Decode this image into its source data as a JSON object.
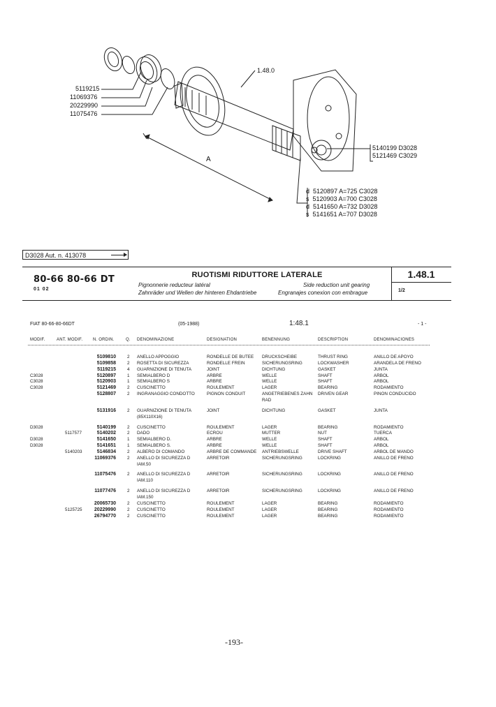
{
  "diagram": {
    "labels_left": [
      "5119215",
      "11069376",
      "20229990",
      "11075476"
    ],
    "label_top": "1.48.0",
    "label_dimension": "A",
    "labels_right_pair": [
      "5140199 D3028",
      "5121469 C3029"
    ],
    "labels_right_quad": [
      {
        "prefix": "d",
        "text": "5120897 A=725 C3028"
      },
      {
        "prefix": "s",
        "text": "5120903 A=700 C3028"
      },
      {
        "prefix": "d",
        "text": "5141650 A=732 D3028"
      },
      {
        "prefix": "s",
        "text": "5141651 A=707 D3028"
      }
    ]
  },
  "reference_box": {
    "text": "D3028 Aut. n. 413078"
  },
  "header": {
    "model": "80-66 80-66 DT",
    "model_sub": "01 02",
    "title": "RUOTISMI RIDUTTORE LATERALE",
    "fr": "Pignonnerie reducteur latéral",
    "de": "Zahnräder und Wellen der hinteren Ehdantriebe",
    "en": "Side reduction unit gearing",
    "es": "Engranajes conexion con embrague",
    "code": "1.48.1",
    "page": "1/2"
  },
  "list_header": {
    "model_line": "FIAT 80-66-80-66DT",
    "date": "(05-1988)",
    "code": "1:48.1",
    "page": "- 1 -"
  },
  "columns": [
    "MODIF.",
    "ANT. MODIF.",
    "N. ORDIN.",
    "Q.",
    "DENOMINAZIONE",
    "DESIGNATION",
    "BENENNUNG",
    "DESCRIPTION",
    "DENOMINACIONES"
  ],
  "rows": [
    {
      "modif": "",
      "ant": "",
      "ordin": "5109810",
      "q": "2",
      "it": "ANELLO APPOGGIO",
      "fr": "RONDELLE DE BUTEE",
      "de": "DRUCKSCHEIBE",
      "en": "THRUST RING",
      "es": "ANILLO DE APOYO"
    },
    {
      "modif": "",
      "ant": "",
      "ordin": "5109858",
      "q": "2",
      "it": "ROSETTA DI SICUREZZA",
      "fr": "RONDELLE FREIN",
      "de": "SICHERUNGSRING",
      "en": "LOCKWASHER",
      "es": "ARANDELA DE FRENO"
    },
    {
      "modif": "",
      "ant": "",
      "ordin": "5119215",
      "q": "4",
      "it": "GUARNIZIONE DI TENUTA",
      "fr": "JOINT",
      "de": "DICHTUNG",
      "en": "GASKET",
      "es": "JUNTA"
    },
    {
      "modif": "C3028",
      "ant": "",
      "ordin": "5120897",
      "q": "1",
      "it": "SEMIALBERO D",
      "fr": "ARBRE",
      "de": "WELLE",
      "en": "SHAFT",
      "es": "ARBOL"
    },
    {
      "modif": "C3028",
      "ant": "",
      "ordin": "5120903",
      "q": "1",
      "it": "SEMIALBERO S",
      "fr": "ARBRE",
      "de": "WELLE",
      "en": "SHAFT",
      "es": "ARBOL"
    },
    {
      "modif": "C3028",
      "ant": "",
      "ordin": "5121469",
      "q": "2",
      "it": "CUSCINETTO",
      "fr": "ROULEMENT",
      "de": "LAGER",
      "en": "BEARING",
      "es": "RODAMIENTO"
    },
    {
      "modif": "",
      "ant": "",
      "ordin": "5128807",
      "q": "2",
      "it": "INGRANAGGIO CONDOTTO",
      "fr": "PIGNON CONDUIT",
      "de": "ANGETRIEBENES ZAHN",
      "en": "DRIVEN GEAR",
      "es": "PINON CONDUCIDO"
    },
    {
      "modif": "",
      "ant": "",
      "ordin": "",
      "q": "",
      "it": "",
      "fr": "",
      "de": "RAD",
      "en": "",
      "es": ""
    },
    {
      "modif": "",
      "ant": "",
      "ordin": "5131916",
      "q": "2",
      "it": "GUARNIZIONE DI TENUTA",
      "fr": "JOINT",
      "de": "DICHTUNG",
      "en": "GASKET",
      "es": "JUNTA"
    },
    {
      "modif": "",
      "ant": "",
      "ordin": "",
      "q": "",
      "it": "(85X110X16)",
      "fr": "",
      "de": "",
      "en": "",
      "es": ""
    },
    {
      "modif": "D3028",
      "ant": "",
      "ordin": "5140199",
      "q": "2",
      "it": "CUSCINETTO",
      "fr": "ROULEMENT",
      "de": "LAGER",
      "en": "BEARING",
      "es": "RODAMIENTO"
    },
    {
      "modif": "",
      "ant": "5117577",
      "ordin": "5140202",
      "q": "2",
      "it": "DADO",
      "fr": "ECROU",
      "de": "MUTTER",
      "en": "NUT",
      "es": "TUERCA"
    },
    {
      "modif": "D3028",
      "ant": "",
      "ordin": "5141650",
      "q": "1",
      "it": "SEMIALBERO D.",
      "fr": "ARBRE",
      "de": "WELLE",
      "en": "SHAFT",
      "es": "ARBOL"
    },
    {
      "modif": "D3028",
      "ant": "",
      "ordin": "5141651",
      "q": "1",
      "it": "SEMIALBERO S.",
      "fr": "ARBRE",
      "de": "WELLE",
      "en": "SHAFT",
      "es": "ARBOL"
    },
    {
      "modif": "",
      "ant": "5140203",
      "ordin": "5146834",
      "q": "2",
      "it": "ALBERO DI COMANDO",
      "fr": "ARBRE DE COMMANDE",
      "de": "ANTRIEBSWELLE",
      "en": "DRIVE SHAFT",
      "es": "ARBOL DE MANDO"
    },
    {
      "modif": "",
      "ant": "",
      "ordin": "11069376",
      "q": "2",
      "it": "ANELLO DI SICUREZZA D",
      "fr": "ARRETOIR",
      "de": "SICHERUNGSRING",
      "en": "LOCKRING",
      "es": "ANILLO DE FRENO"
    },
    {
      "modif": "",
      "ant": "",
      "ordin": "",
      "q": "",
      "it": "IAM.50",
      "fr": "",
      "de": "",
      "en": "",
      "es": ""
    },
    {
      "modif": "",
      "ant": "",
      "ordin": "11075476",
      "q": "2",
      "it": "ANELLO DI SICUREZZA D",
      "fr": "ARRETOIR",
      "de": "SICHERUNGSRING",
      "en": "LOCKRING",
      "es": "ANILLO DE FRENO"
    },
    {
      "modif": "",
      "ant": "",
      "ordin": "",
      "q": "",
      "it": "IAM.110",
      "fr": "",
      "de": "",
      "en": "",
      "es": ""
    },
    {
      "modif": "",
      "ant": "",
      "ordin": "11077476",
      "q": "2",
      "it": "ANELLO DI SICUREZZA D",
      "fr": "ARRETOIR",
      "de": "SICHERUNGSRING",
      "en": "LOCKRING",
      "es": "ANILLO DE FRENO"
    },
    {
      "modif": "",
      "ant": "",
      "ordin": "",
      "q": "",
      "it": "IAM.150",
      "fr": "",
      "de": "",
      "en": "",
      "es": ""
    },
    {
      "modif": "",
      "ant": "",
      "ordin": "20065730",
      "q": "2",
      "it": "CUSCINETTO",
      "fr": "ROULEMENT",
      "de": "LAGER",
      "en": "BEARING",
      "es": "RODAMIENTO"
    },
    {
      "modif": "",
      "ant": "5125725",
      "ordin": "20229990",
      "q": "2",
      "it": "CUSCINETTO",
      "fr": "ROULEMENT",
      "de": "LAGER",
      "en": "BEARING",
      "es": "RODAMIENTO"
    },
    {
      "modif": "",
      "ant": "",
      "ordin": "26794770",
      "q": "2",
      "it": "CUSCINETTO",
      "fr": "ROULEMENT",
      "de": "LAGER",
      "en": "BEARING",
      "es": "RODAMIENTO"
    }
  ],
  "page_number": "-193-"
}
